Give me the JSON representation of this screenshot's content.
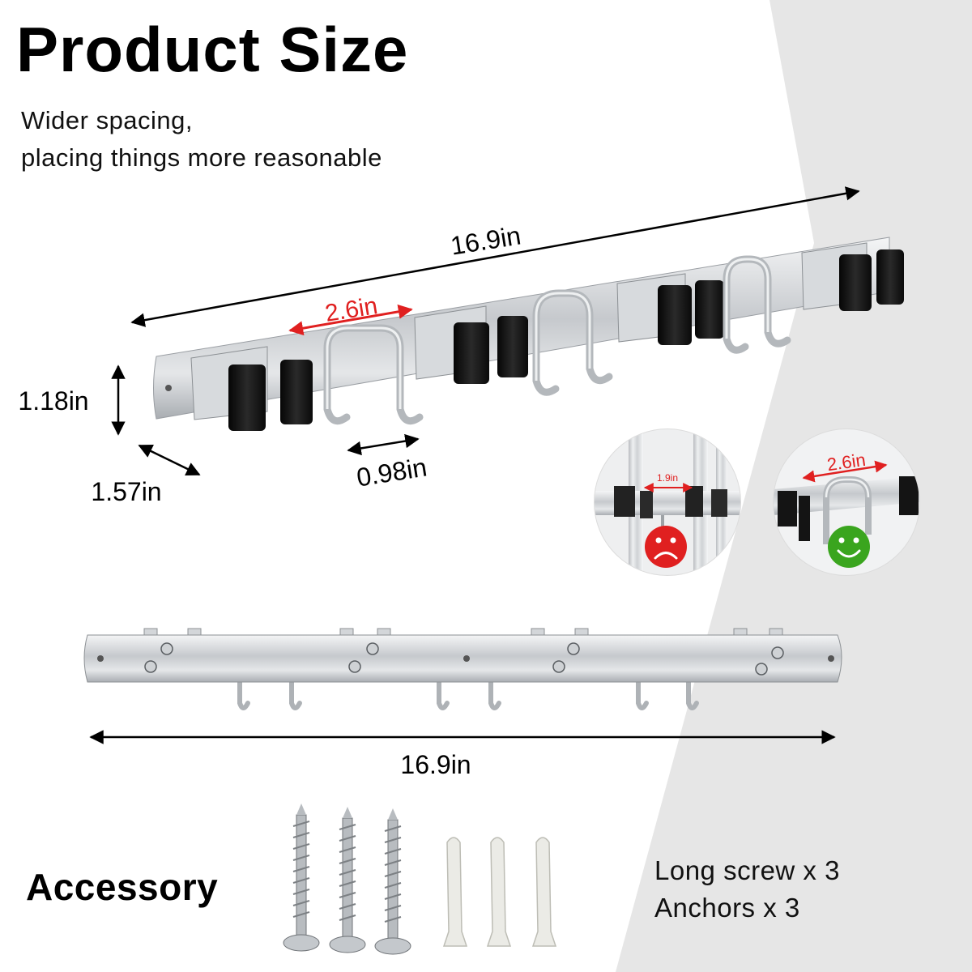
{
  "header": {
    "title": "Product Size",
    "subtitle_lines": [
      "Wider spacing,",
      "placing things more reasonable"
    ]
  },
  "dimensions": {
    "top_length": "16.9in",
    "spacing": "2.6in",
    "height": "1.18in",
    "depth": "1.57in",
    "hook_gap": "0.98in",
    "bottom_length": "16.9in"
  },
  "comparison": {
    "bad_spacing": "1.9in",
    "good_spacing": "2.6in",
    "bad_icon": "sad-face-icon",
    "good_icon": "happy-face-icon",
    "bad_color": "#e02020",
    "good_color": "#3aa51e"
  },
  "accessory": {
    "title": "Accessory",
    "items": [
      "Long screw x 3",
      "Anchors x 3"
    ]
  },
  "colors": {
    "accent_red": "#e02020",
    "accent_green": "#3aa51e",
    "steel": "#c9ccd0",
    "clip_black": "#141414",
    "background_gray": "#e6e6e6"
  }
}
